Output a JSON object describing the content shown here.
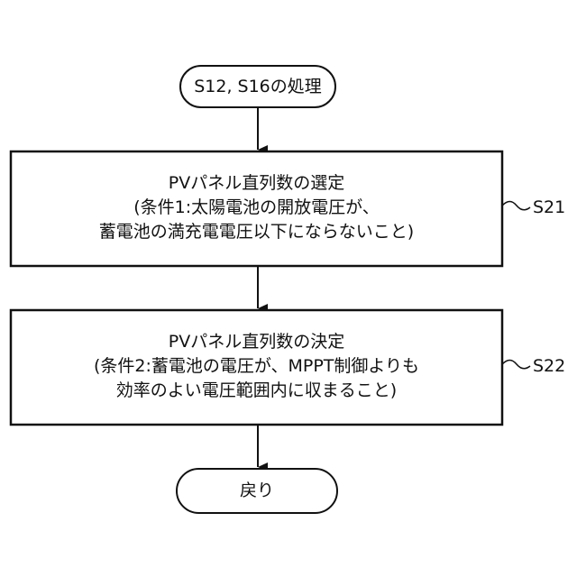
{
  "start": {
    "label": "S12, S16の処理"
  },
  "step_s21": {
    "lines": [
      "PVパネル直列数の選定",
      "(条件1:太陽電池の開放電圧が、",
      "蓄電池の満充電電圧以下にならないこと)"
    ],
    "ref": "S21"
  },
  "step_s22": {
    "lines": [
      "PVパネル直列数の決定",
      "(条件2:蓄電池の電圧が、MPPT制御よりも",
      "効率のよい電圧範囲内に収まること)"
    ],
    "ref": "S22"
  },
  "end": {
    "label": "戻り"
  }
}
